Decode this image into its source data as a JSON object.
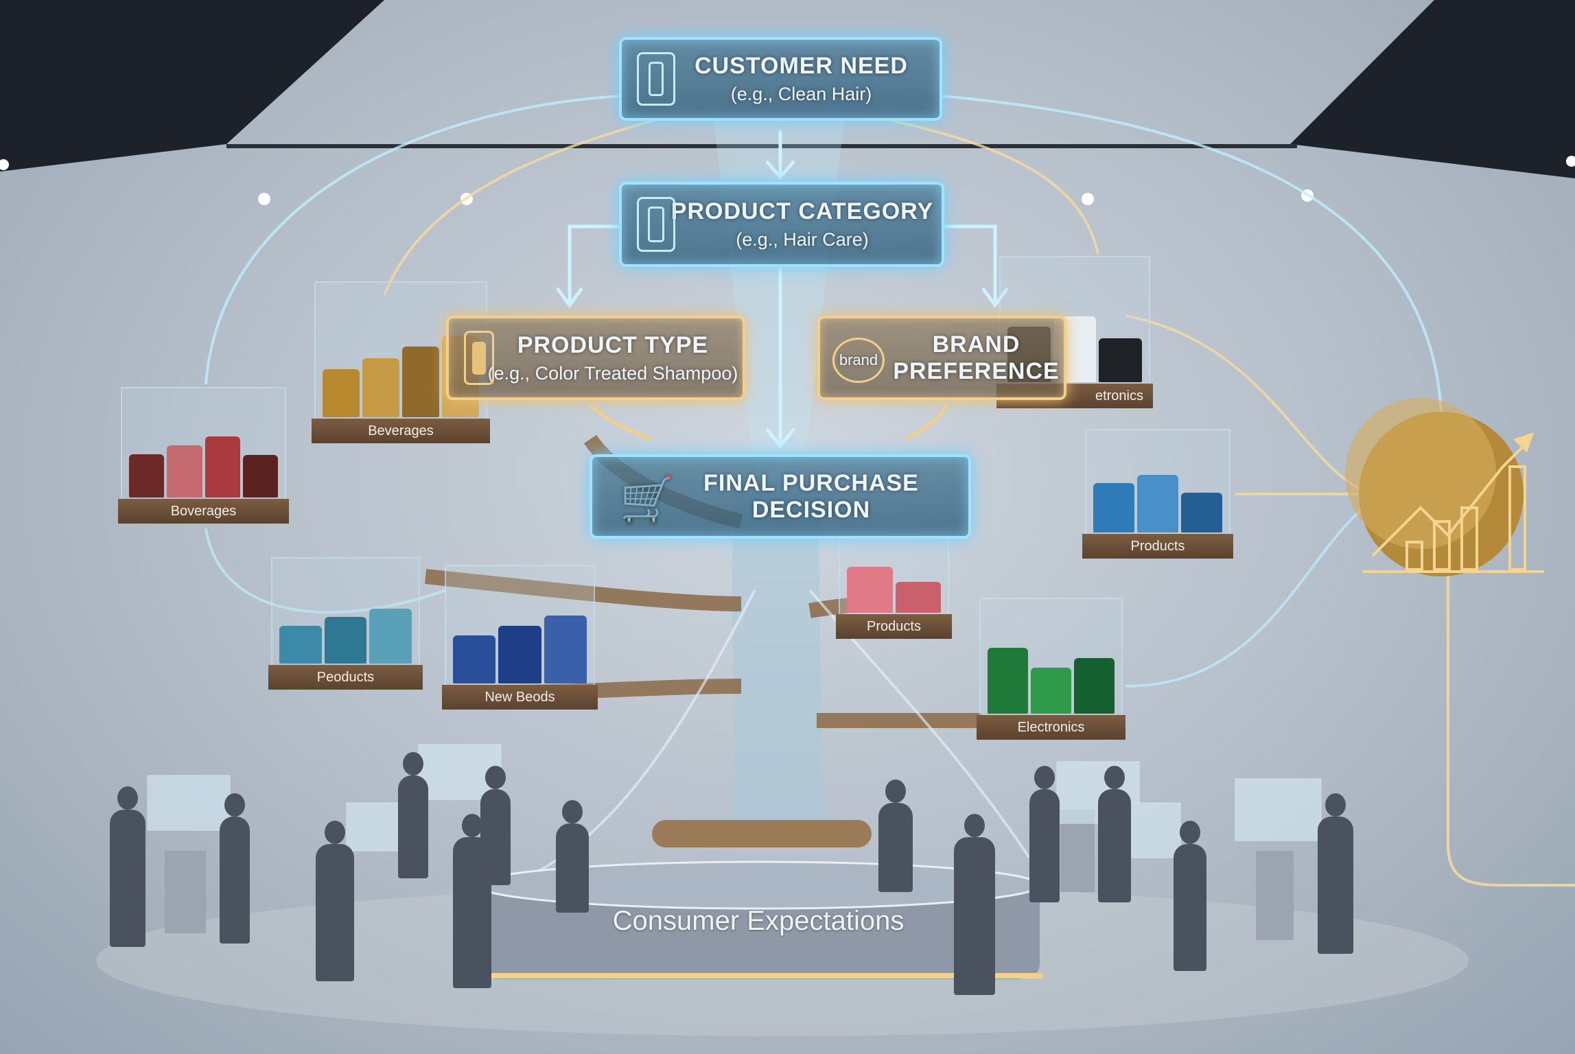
{
  "nodes": {
    "customer_need": {
      "title": "CUSTOMER NEED",
      "subtitle": "(e.g., Clean Hair)"
    },
    "product_category": {
      "title": "PRODUCT CATEGORY",
      "subtitle": "(e.g., Hair Care)"
    },
    "product_type": {
      "title": "PRODUCT TYPE",
      "subtitle": "(e.g., Color Treated Shampoo)"
    },
    "brand_preference": {
      "title_line1": "BRAND",
      "title_line2": "PREFERENCE",
      "icon_text": "brand"
    },
    "final_purchase": {
      "title_line1": "FINAL PURCHASE",
      "title_line2": "DECISION"
    }
  },
  "shelves": [
    {
      "label": "Beverages",
      "items": [
        "#b8892e",
        "#c79a45",
        "#8f6a2a",
        "#d2a85a"
      ]
    },
    {
      "label": "Boverages",
      "items": [
        "#6b2a28",
        "#c46a6e",
        "#a83a40",
        "#5b2222"
      ]
    },
    {
      "label": "etronics",
      "items": [
        "#2a2f36",
        "#e8eef2",
        "#1f2328"
      ]
    },
    {
      "label": "Products",
      "items": [
        "#2f7ab8",
        "#4a90c8",
        "#255e92"
      ]
    },
    {
      "label": "Products",
      "items": [
        "#e07a86",
        "#c9606c"
      ]
    },
    {
      "label": "Electronics",
      "items": [
        "#1f7a3a",
        "#2f9a4a",
        "#156030"
      ]
    },
    {
      "label": "Peoducts",
      "items": [
        "#3c8aa8",
        "#2e7894",
        "#5aa0b8"
      ]
    },
    {
      "label": "New Beods",
      "items": [
        "#2a4f9a",
        "#1e3f88",
        "#3a60aa"
      ]
    }
  ],
  "pedestal": {
    "label": "Consumer Expectations"
  },
  "colors": {
    "blue_glow": "#9fe3ff",
    "gold_glow": "#f2cf8a",
    "wood": "#7b5c40"
  }
}
